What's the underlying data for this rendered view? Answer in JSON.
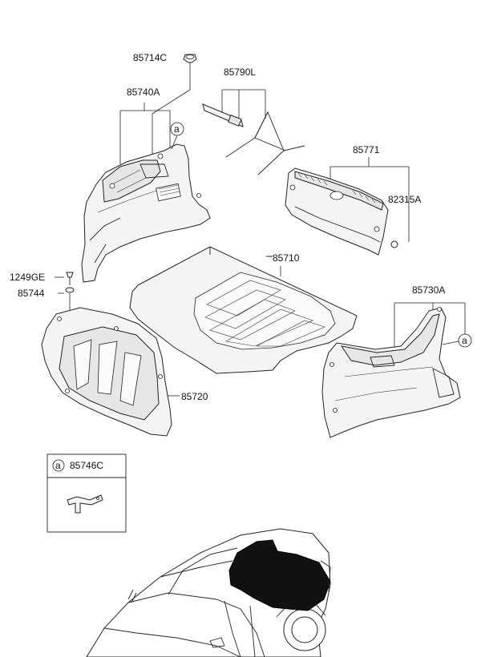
{
  "labels": {
    "p85714C": "85714C",
    "p85740A": "85740A",
    "p85790L": "85790L",
    "p85771": "85771",
    "p82315A": "82315A",
    "p1249GE": "1249GE",
    "p85744": "85744",
    "p85710": "85710",
    "p85730A": "85730A",
    "p85720": "85720"
  },
  "callouts": {
    "marker": "a"
  },
  "inset": {
    "marker": "a",
    "part_number": "85746C"
  }
}
